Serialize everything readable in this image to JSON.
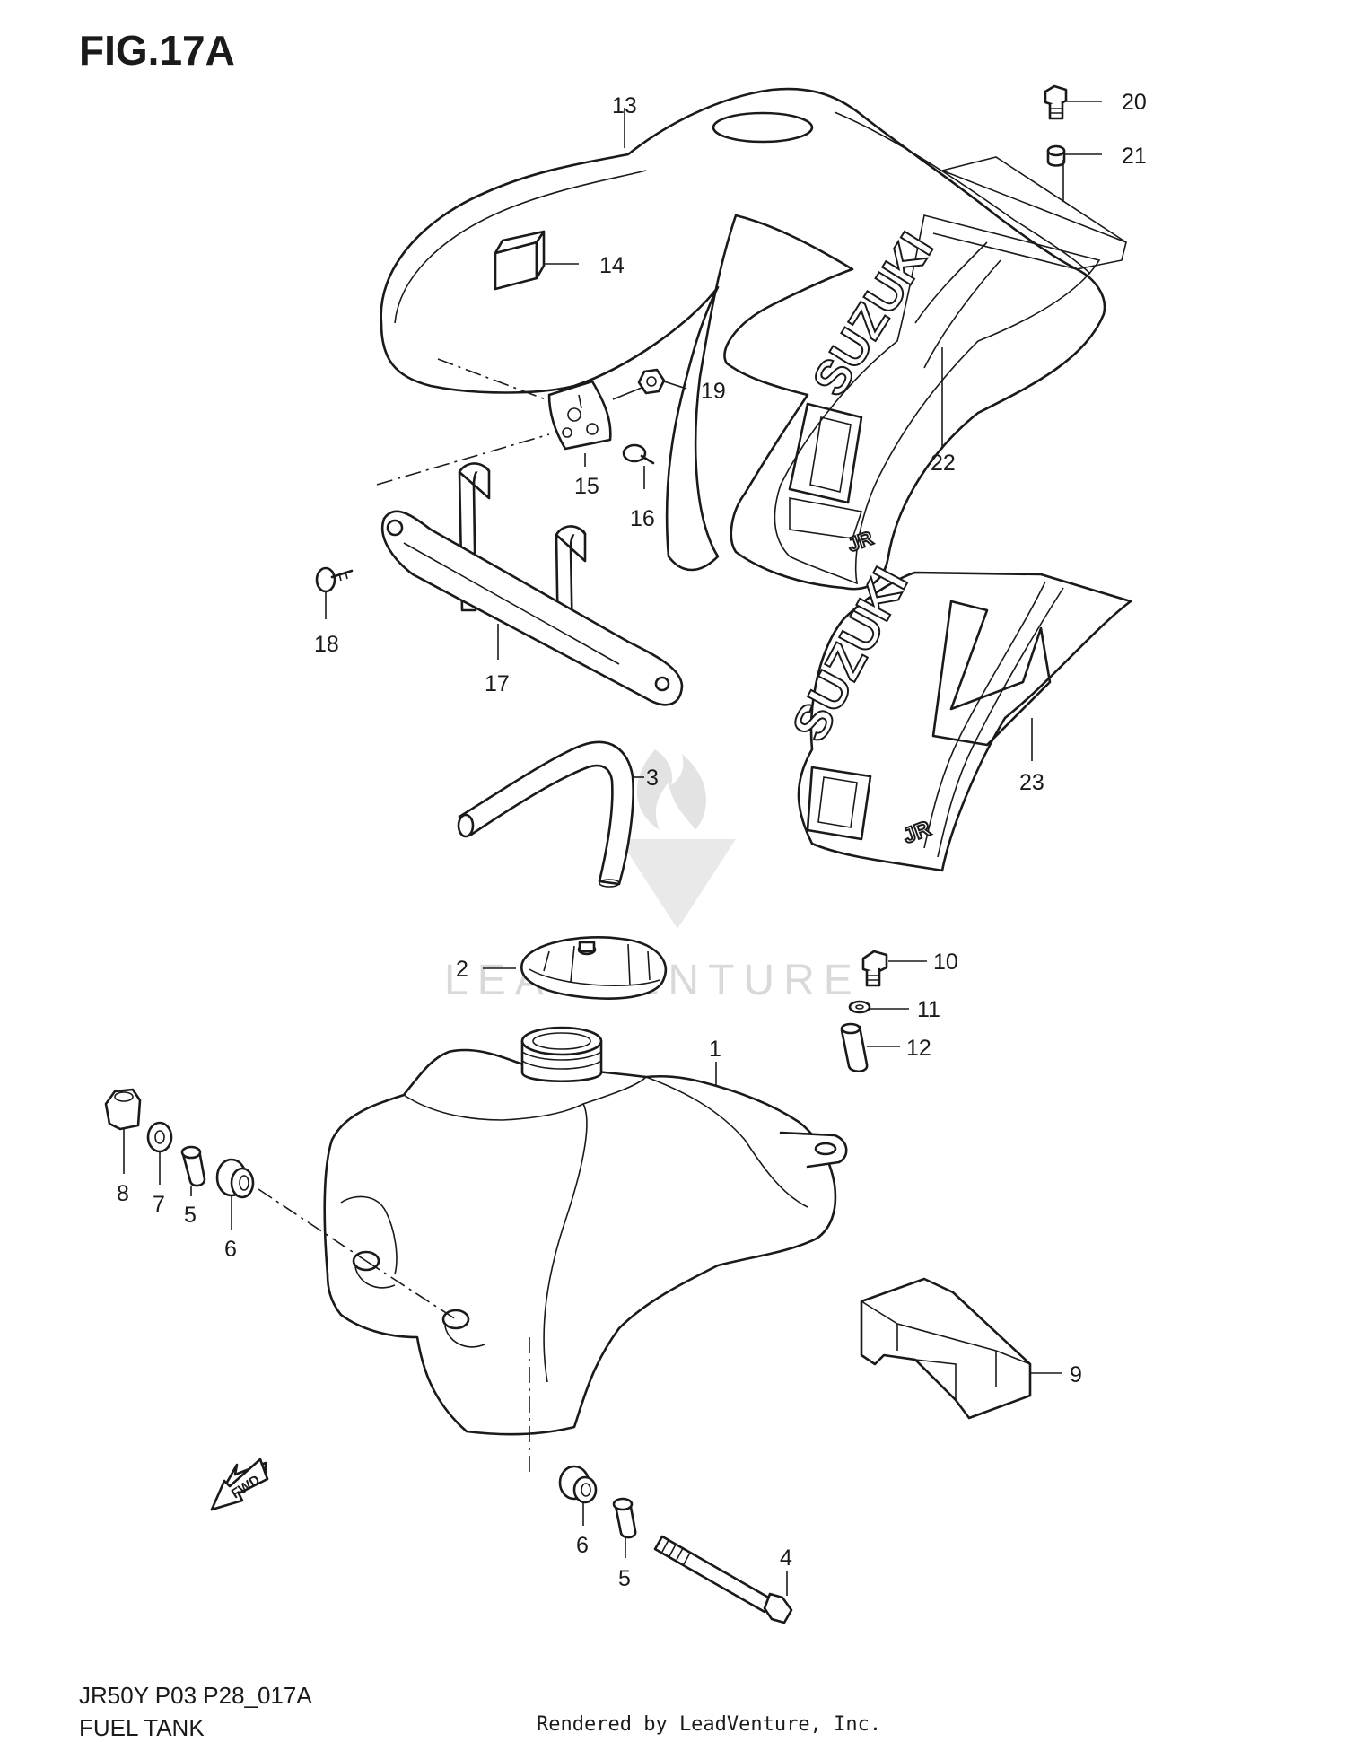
{
  "figure": {
    "title": "FIG.17A"
  },
  "footer": {
    "model_code": "JR50Y P03 P28_017A",
    "section_title": "FUEL TANK",
    "credit": "Rendered by LeadVenture, Inc."
  },
  "watermark": {
    "text": "LEADVENTURE"
  },
  "decals": {
    "brand": "SUZUKI",
    "model_badge": "JR"
  },
  "direction_marker": {
    "label": "FWD"
  },
  "callouts": {
    "p1": "1",
    "p2": "2",
    "p3": "3",
    "p4": "4",
    "p5a": "5",
    "p5b": "5",
    "p6a": "6",
    "p6b": "6",
    "p7": "7",
    "p8": "8",
    "p9": "9",
    "p10": "10",
    "p11": "11",
    "p12": "12",
    "p13": "13",
    "p14": "14",
    "p15": "15",
    "p16": "16",
    "p17": "17",
    "p18": "18",
    "p19": "19",
    "p20": "20",
    "p21": "21",
    "p22": "22",
    "p23": "23"
  }
}
